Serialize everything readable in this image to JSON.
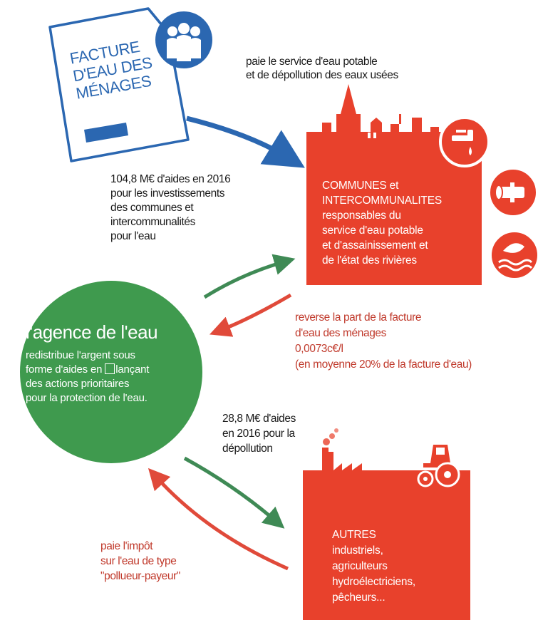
{
  "document": {
    "lines": [
      "FACTURE",
      "D'EAU DES",
      "MÉNAGES"
    ]
  },
  "flow_notes": {
    "household_pays": [
      "paie le service d'eau potable",
      "et de dépollution des eaux usées"
    ],
    "aid_communes": [
      "104,8 M€ d'aides en 2016",
      "pour les investissements",
      "des communes et",
      "intercommunalités",
      "pour l'eau"
    ],
    "reverse_share": [
      "reverse la part de la facture",
      "d'eau des ménages",
      "0,0073c€/l",
      "(en moyenne 20% de la facture d'eau)"
    ],
    "aid_depollution": [
      "28,8 M€ d'aides",
      "en 2016 pour la",
      "dépollution"
    ],
    "polluter_tax": [
      "paie l'impôt",
      "sur l'eau de type",
      "\"pollueur-payeur\""
    ]
  },
  "communes": {
    "title_lines": [
      "COMMUNES et",
      "INTERCOMMUNALITES"
    ],
    "body_lines": [
      "responsables du",
      "service d'eau potable",
      "et d'assainissement et",
      "de l'état des rivières"
    ],
    "icons": [
      "tap-icon",
      "pipe-icon",
      "river-leaf-icon"
    ]
  },
  "agency": {
    "title": "l'agence de l'eau",
    "line1": "redistribue l'argent sous",
    "line2_a": "forme d'aides en",
    "line2_b": "lançant",
    "line3": "des actions prioritaires",
    "line4": "pour la protection de l'eau."
  },
  "others": {
    "title": "AUTRES",
    "body_lines": [
      "industriels,",
      "agriculteurs",
      "hydroélectriciens,",
      "pêcheurs..."
    ],
    "icons": [
      "factory-icon",
      "tractor-icon"
    ]
  },
  "colors": {
    "blue": "#2b67b1",
    "red": "#e8412c",
    "dark_red": "#c0392b",
    "green": "#3f9a4e"
  }
}
